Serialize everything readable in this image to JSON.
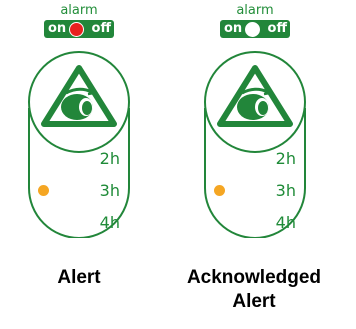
{
  "colors": {
    "green": "#22863a",
    "alarm_on_dot": "#e8201f",
    "alarm_ack_dot": "#ffffff",
    "schedule_dot": "#f5a623"
  },
  "panels": [
    {
      "alarm_label": "alarm",
      "switch": {
        "on_label": "on",
        "off_label": "off",
        "knob_state": "active-red"
      },
      "device_icon": "vibration-warning-icon",
      "schedule": [
        "2h",
        "3h",
        "4h"
      ],
      "selected_schedule": "3h",
      "caption": "Alert"
    },
    {
      "alarm_label": "alarm",
      "switch": {
        "on_label": "on",
        "off_label": "off",
        "knob_state": "acknowledged-white"
      },
      "device_icon": "vibration-warning-icon",
      "schedule": [
        "2h",
        "3h",
        "4h"
      ],
      "selected_schedule": "3h",
      "caption": "Acknowledged Alert"
    }
  ]
}
